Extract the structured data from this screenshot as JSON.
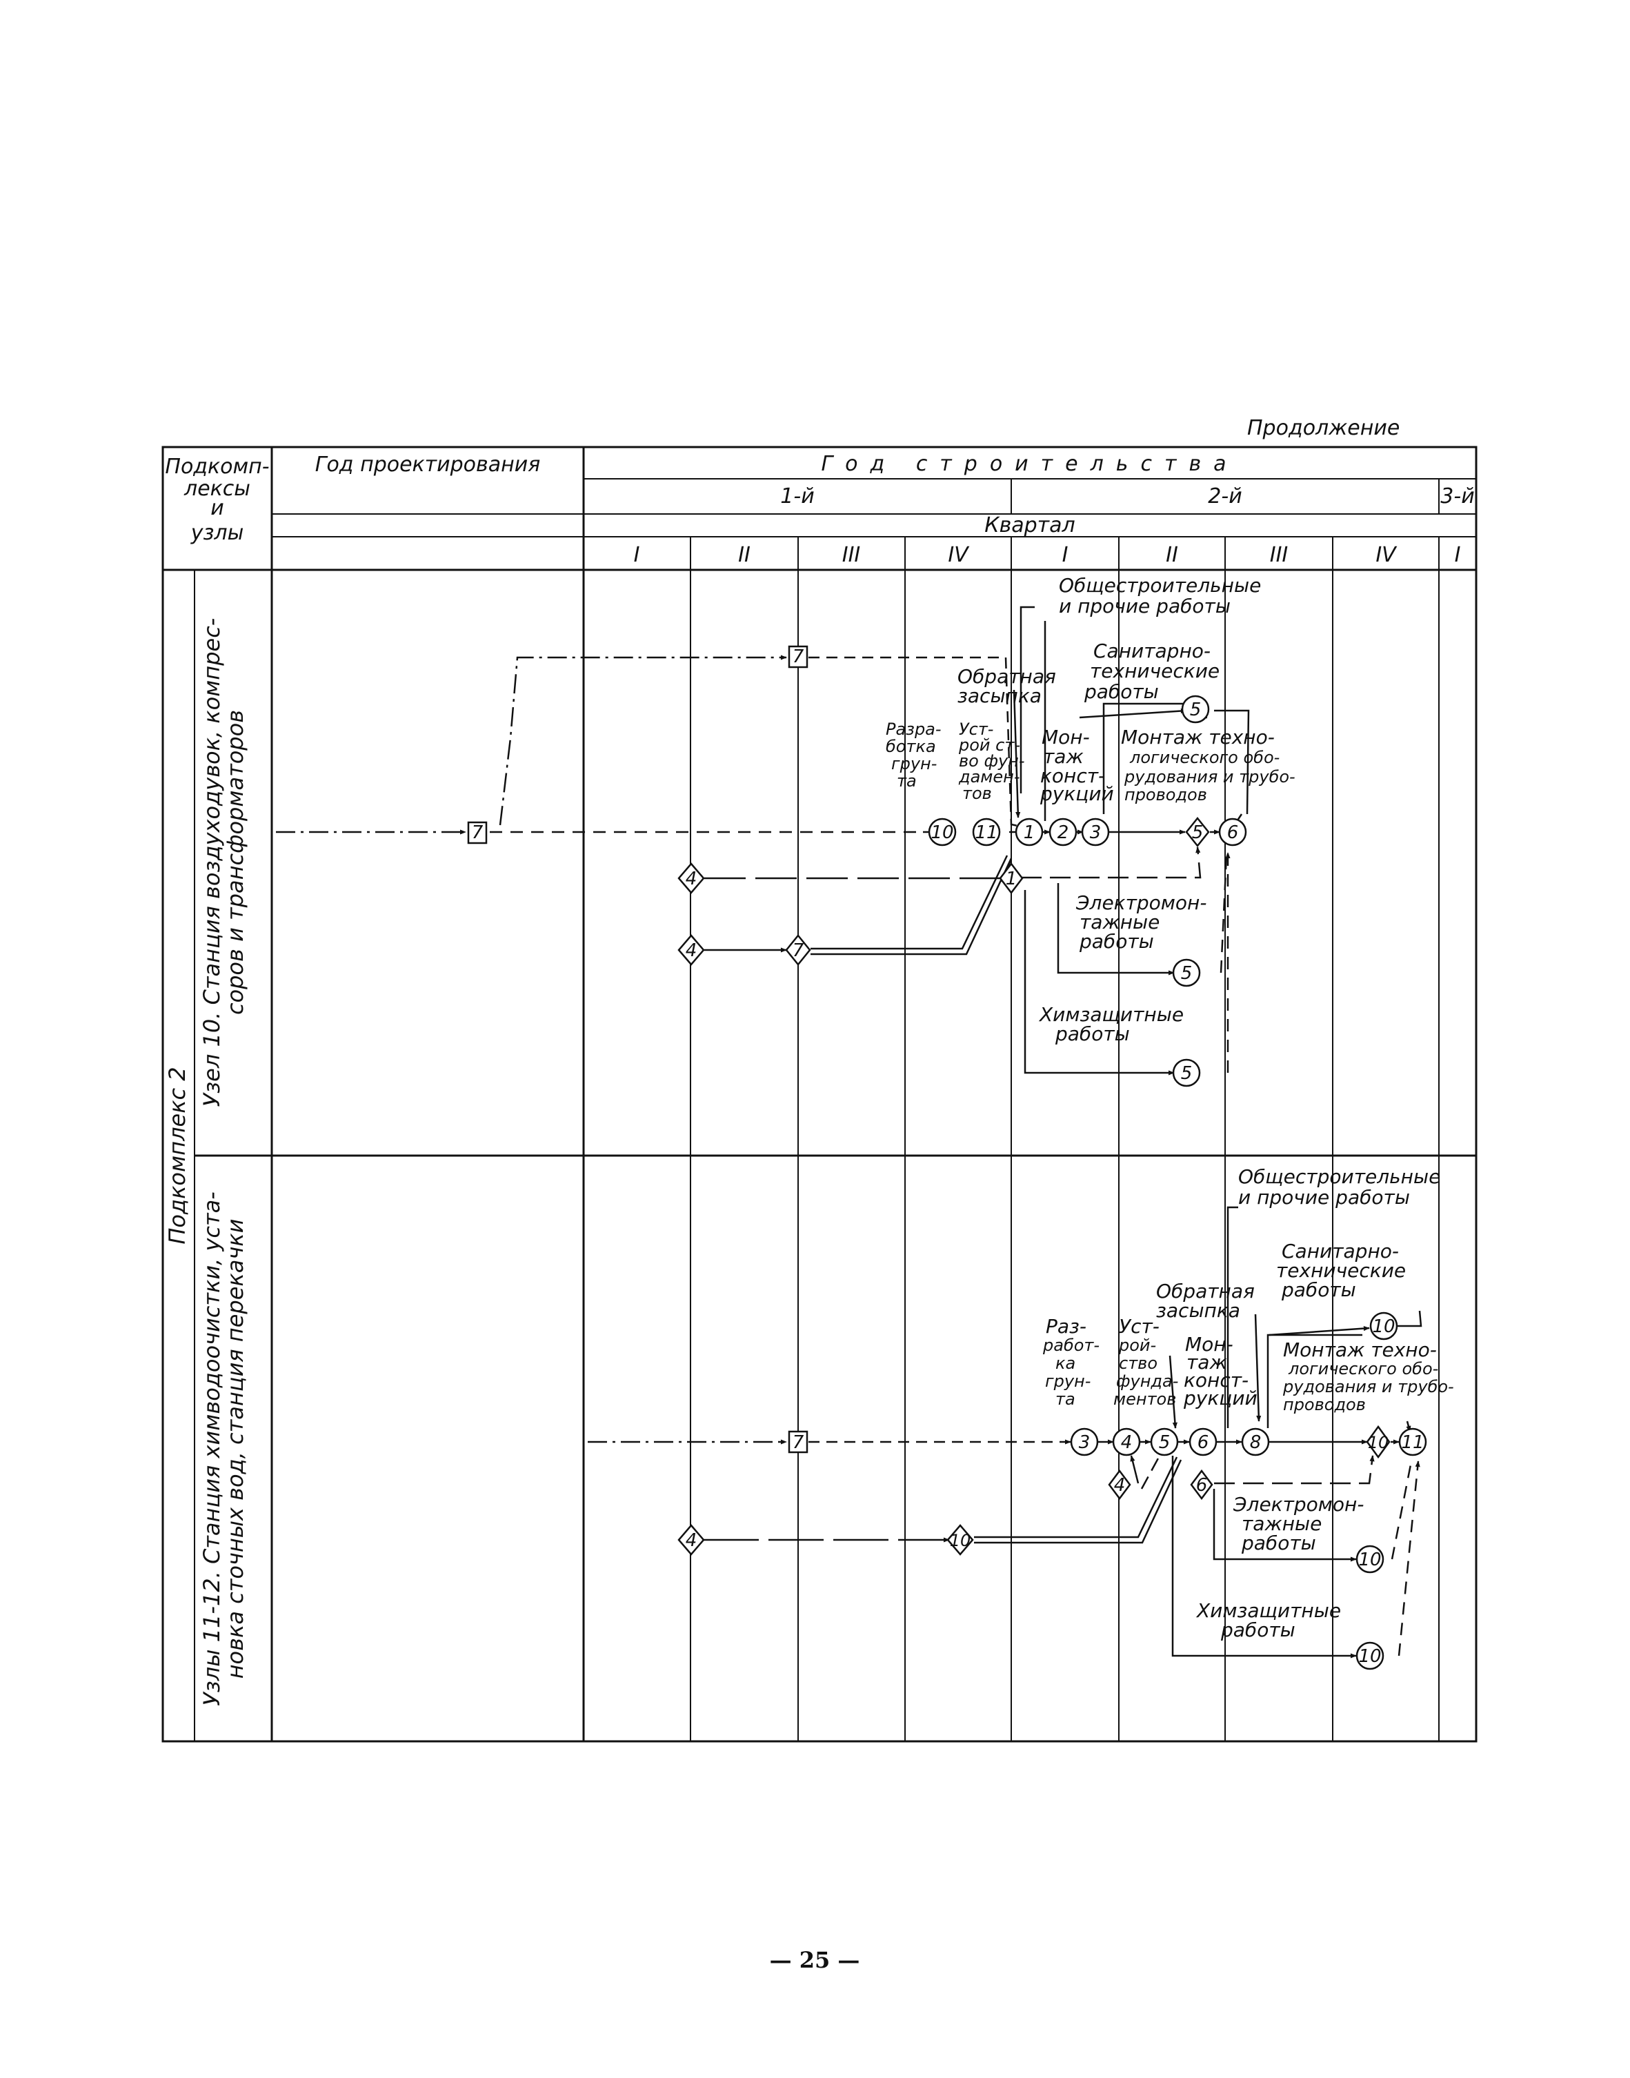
{
  "continuation": "Продолжение",
  "header": {
    "col_left": [
      "Подкомп-",
      "лексы",
      "и",
      "узлы"
    ],
    "design_year": "Год проектирования",
    "construction_year": "Год строительства",
    "years": [
      "1-й",
      "2-й",
      "3-й"
    ],
    "quarter": "Квартал",
    "quarters": [
      "I",
      "II",
      "III",
      "IV",
      "I",
      "II",
      "III",
      "IV",
      "I"
    ]
  },
  "subcomplex": "Подкомплекс 2",
  "section1": {
    "title_lines": [
      "Узел 10. Станция воздуходувок, компрес-",
      "соров и трансформаторов"
    ],
    "labels": {
      "general": [
        "Общестроительные",
        "и прочие работы"
      ],
      "sanitary": [
        "Санитарно-",
        "технические",
        "работы"
      ],
      "backfill": [
        "Обратная",
        "засыпка"
      ],
      "excavation": [
        "Разра-",
        "ботка",
        "грун-",
        "та"
      ],
      "foundation": [
        "Уст-",
        "рой ст-",
        "во фун-",
        "дамен-",
        "тов"
      ],
      "mounting": [
        "Мон-",
        "таж",
        "конст-",
        "рукций"
      ],
      "tech_mount": [
        "Монтаж техно-",
        "логического обо-",
        "рудования и трубо-",
        "проводов"
      ],
      "electrical": [
        "Электромон-",
        "тажные",
        "работы"
      ],
      "chemical": [
        "Химзащитные",
        "работы"
      ]
    },
    "nodes": {
      "sq_a": "7",
      "sq_b": "7",
      "c10": "10",
      "c11": "11",
      "c1": "1",
      "c2": "2",
      "c3": "3",
      "d5": "5",
      "c6": "6",
      "c5a": "5",
      "c5b": "5",
      "c5c": "5",
      "d4a": "4",
      "d4b": "4",
      "d7": "7",
      "d1": "1"
    }
  },
  "section2": {
    "title_lines": [
      "Узлы 11-12. Станция химводоочистки, уста-",
      "новка сточных вод, станция перекачки"
    ],
    "labels": {
      "general": [
        "Общестроительные",
        "и прочие работы"
      ],
      "sanitary": [
        "Санитарно-",
        "технические",
        "работы"
      ],
      "backfill": [
        "Обратная",
        "засыпка"
      ],
      "excavation": [
        "Раз-",
        "работ-",
        "ка",
        "грун-",
        "та"
      ],
      "foundation": [
        "Уст-",
        "рой-",
        "ство",
        "фунда-",
        "ментов"
      ],
      "mounting": [
        "Мон-",
        "таж",
        "конст-",
        "рукций"
      ],
      "tech_mount": [
        "Монтаж техно-",
        "логического обо-",
        "рудования и трубо-",
        "проводов"
      ],
      "electrical": [
        "Электромон-",
        "тажные",
        "работы"
      ],
      "chemical": [
        "Химзащитные",
        "работы"
      ]
    },
    "nodes": {
      "sq": "7",
      "c3": "3",
      "c4": "4",
      "c5": "5",
      "c6": "6",
      "c8": "8",
      "d10": "10",
      "c11": "11",
      "c10a": "10",
      "c10b": "10",
      "c10c": "10",
      "d4": "4",
      "d6": "6",
      "d4b": "4",
      "d10b": "10"
    }
  },
  "page_number": "— 25 —"
}
